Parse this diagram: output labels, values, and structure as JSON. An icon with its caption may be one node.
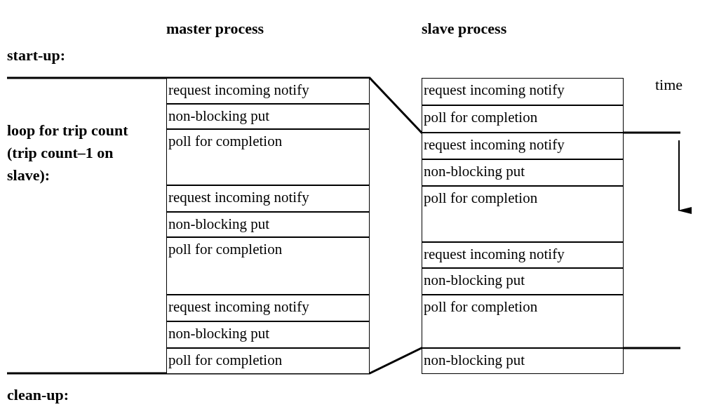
{
  "diagram": {
    "nodes": [
      {
        "text": [
          "request incoming notify"
        ]
      },
      {
        "text": [
          "non-blocking put"
        ]
      },
      {
        "text": [
          "poll for completion"
        ]
      },
      {
        "text": [
          "request incoming notify"
        ]
      },
      {
        "text": [
          "non-blocking put"
        ]
      },
      {
        "text": [
          "poll for completion"
        ]
      },
      {
        "text": [
          "request incoming notify"
        ]
      },
      {
        "text": [
          "non-blocking put"
        ]
      },
      {
        "text": [
          "poll for completion"
        ]
      },
      {
        "text": [
          "request incoming notify"
        ]
      },
      {
        "text": [
          "poll for completion"
        ]
      },
      {
        "text": [
          "request incoming notify"
        ]
      },
      {
        "text": [
          "non-blocking put"
        ]
      },
      {
        "text": [
          "poll for completion"
        ]
      },
      {
        "text": [
          "request incoming notify"
        ]
      },
      {
        "text": [
          "non-blocking put"
        ]
      },
      {
        "text": [
          "poll for completion"
        ]
      },
      {
        "text": [
          "non-blocking put"
        ]
      }
    ],
    "edges": [],
    "labels": [
      "master process",
      "slave process",
      "start-up:",
      "time",
      "loop for trip count (trip count–1 on slave):",
      "clean-up:"
    ]
  }
}
